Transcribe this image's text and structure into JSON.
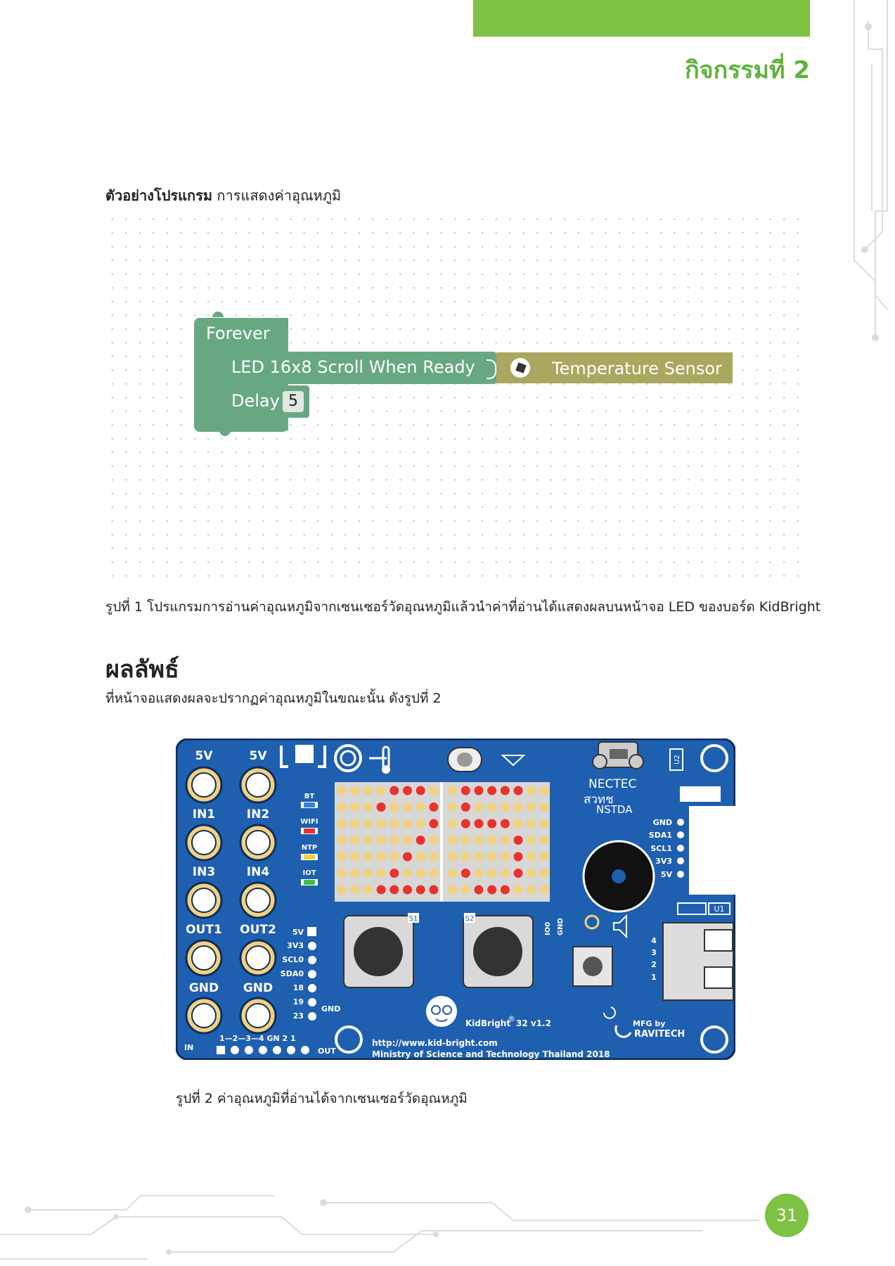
{
  "header": {
    "activity_title": "กิจกรรมที่ 2",
    "accent_color": "#7dc242"
  },
  "example": {
    "label_bold": "ตัวอย่างโปรแกรม",
    "label_rest": " การแสดงค่าอุณหภูมิ"
  },
  "blocks": {
    "forever": "Forever",
    "led": "LED 16x8 Scroll When Ready",
    "delay": "Delay",
    "delay_value": "5",
    "sensor": "Temperature Sensor",
    "block_color": "#67a883",
    "sensor_color": "#aaa760"
  },
  "figure1_caption": "รูปที่ 1 โปรแกรมการอ่านค่าอุณหภูมิจากเซนเซอร์วัดอุณหภูมิแล้วนำค่าที่อ่านได้แสดงผลบนหน้าจอ LED ของบอร์ด KidBright",
  "result": {
    "heading": "ผลลัพธ์",
    "text": "ที่หน้าจอแสดงผลจะปรากฏค่าอุณหภูมิในขณะนั้น ดังรูปที่ 2"
  },
  "board": {
    "pins_left": [
      "5V",
      "5V",
      "IN1",
      "IN2",
      "IN3",
      "IN4",
      "OUT1",
      "OUT2",
      "GND",
      "GND"
    ],
    "leds": [
      "BT",
      "WIFI",
      "NTP",
      "IOT"
    ],
    "header_pins": [
      "5V",
      "3V3",
      "SCL0",
      "SDA0",
      "18",
      "19",
      "23"
    ],
    "gnd_label": "GND",
    "bottom_in": "IN",
    "bottom_nums": "1—2—3—4  GN  2 1",
    "bottom_out": "OUT",
    "right_pins": [
      "GND",
      "SDA1",
      "SCL1",
      "3V3",
      "5V"
    ],
    "right_nums": [
      "4",
      "3",
      "2",
      "1"
    ],
    "s1": "S1",
    "s2": "S2",
    "io0": "IO0",
    "gnd2": "GND",
    "nectec": "NECTEC",
    "nstda_th": "สวทช",
    "nstda": "NSTDA",
    "u1": "U1",
    "u2": "U2",
    "product": "KidBright",
    "reg": "®",
    "version": "32  v1.2",
    "url": "http://www.kid-bright.com",
    "ministry": "Ministry of Science and Technology Thailand 2018",
    "mfg": "MFG by",
    "maker": "RAVITECH",
    "board_color": "#1f5fb0",
    "led_on_color": "#e8322a",
    "led_off_color": "#f3d27e"
  },
  "figure2_caption": "รูปที่ 2 ค่าอุณหภูมิที่อ่านได้จากเซนเซอร์วัดอุณหภูมิ",
  "page_number": "31"
}
